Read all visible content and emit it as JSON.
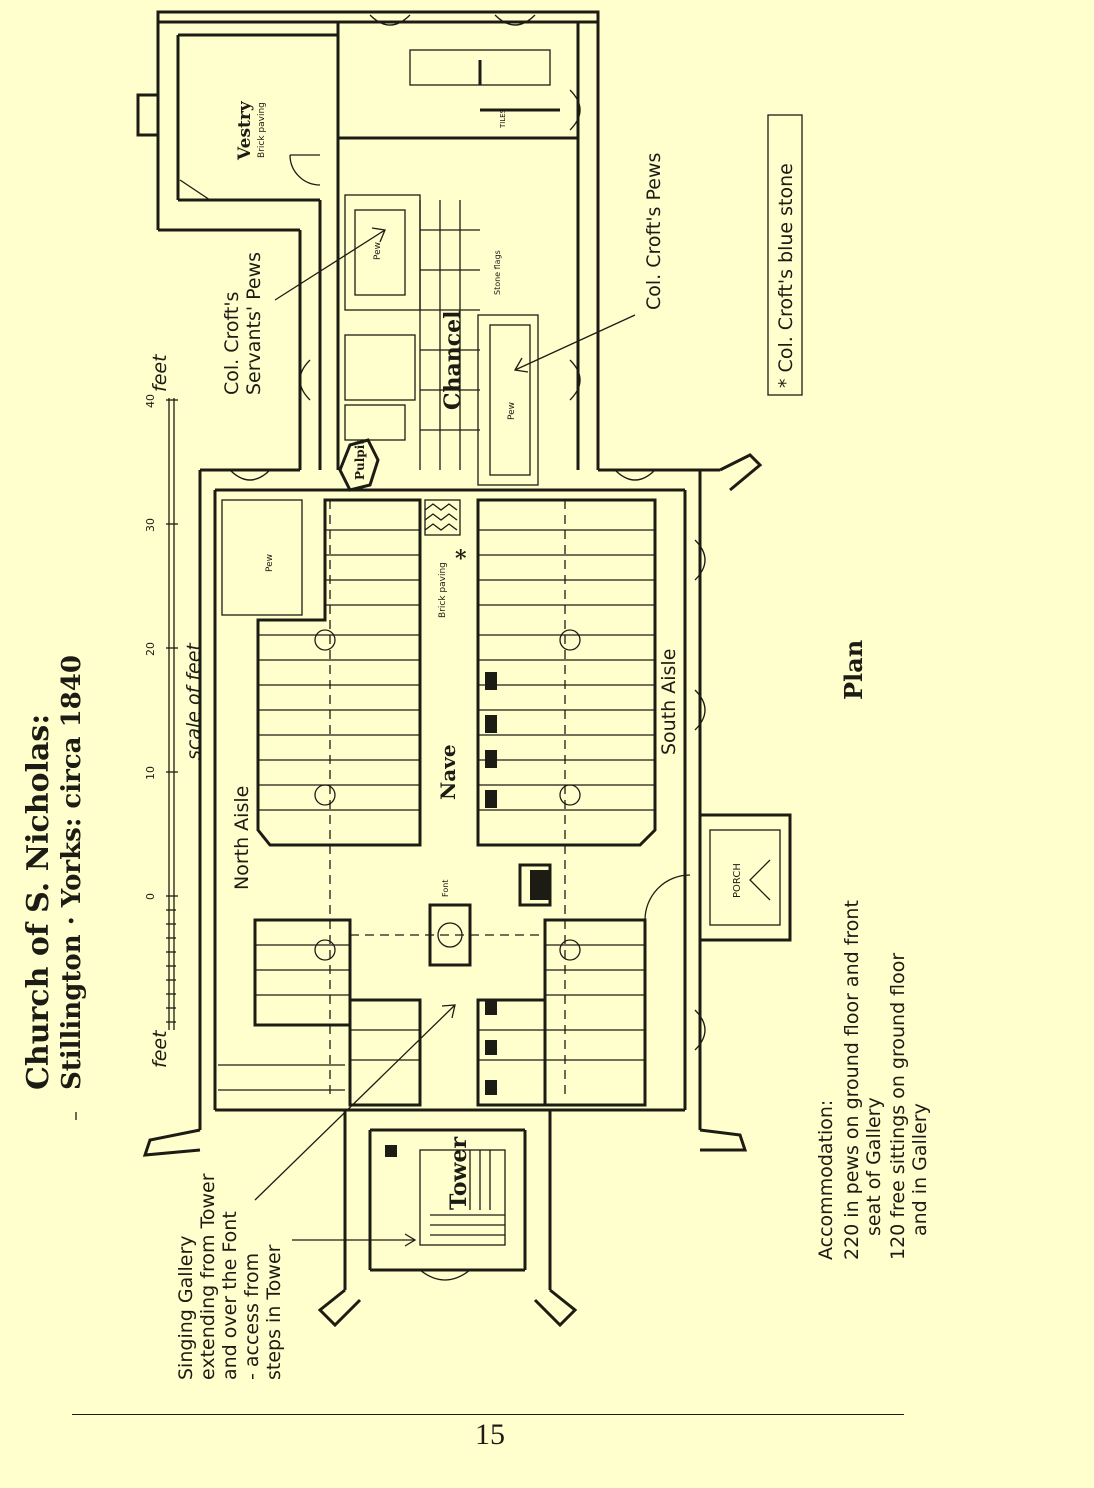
{
  "title": {
    "line1": "Church of S. Nicholas:",
    "line2": "Stillington · Yorks: circa 1840"
  },
  "scale": {
    "label": "scale of feet",
    "unit_left": "feet",
    "unit_right": "feet",
    "ticks": [
      "0",
      "10",
      "20",
      "30",
      "40"
    ]
  },
  "rooms": {
    "vestry": "Vestry",
    "vestry_floor": "Brick paving",
    "tiles": "TILES",
    "chancel": "Chancel",
    "stone_flags": "Stone flags",
    "pulpit": "Pulpit",
    "pew": "Pew",
    "brick_paving": "Brick paving",
    "nave": "Nave",
    "north_aisle": "North Aisle",
    "south_aisle": "South Aisle",
    "font": "Font",
    "porch": "PORCH",
    "tower": "Tower"
  },
  "callouts": {
    "servants_pews_1": "Col. Croft's",
    "servants_pews_2": "Servants' Pews",
    "crofts_pews": "Col. Croft's Pews",
    "gallery_1": "Singing Gallery",
    "gallery_2": "extending from Tower",
    "gallery_3": "and over the Font",
    "gallery_4": "- access from",
    "gallery_5": "steps in Tower"
  },
  "legend": {
    "symbol": "*",
    "text": "Col. Croft's blue stone"
  },
  "plan_label": "Plan",
  "accommodation": {
    "heading": "Accommodation:",
    "line1": "220 in pews on ground floor and front",
    "line2": "seat of Gallery",
    "line3": "120 free sittings on ground floor",
    "line4": "and in Gallery"
  },
  "page_number": "15"
}
